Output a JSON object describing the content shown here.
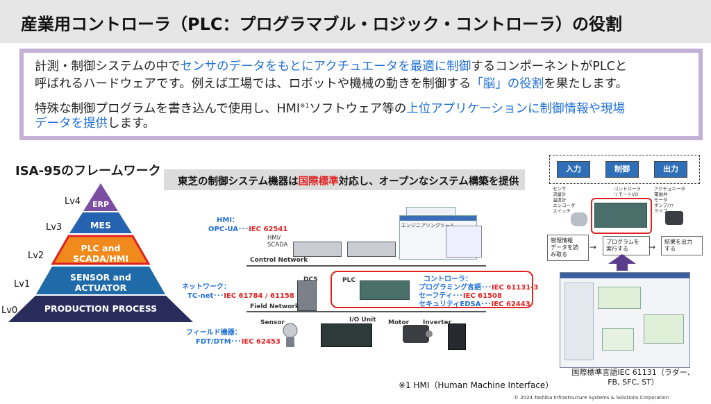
{
  "header": {
    "title": "産業用コントローラ（PLC：プログラマブル・ロジック・コントローラ）の役割"
  },
  "description": {
    "p1_a": "計測・制御システムの中で",
    "p1_b": "センサのデータをもとにアクチュエータを最適に制御",
    "p1_c": "するコンポーネントがPLCと",
    "p2_a": "呼ばれるハードウェアです。例えば工場では、ロボットや機械の動きを制御する",
    "p2_b": "「脳」の役割",
    "p2_c": "を果たします。",
    "p3_a": "特殊な制御プログラムを書き込んで使用し、HMI",
    "p3_note": "※1",
    "p3_b": "ソフトウェア等の",
    "p3_c": "上位アプリケーションに制御情報や現場",
    "p4_a": "データを提供",
    "p4_b": "します。"
  },
  "framework": {
    "title": "ISA-95のフレームワーク",
    "levels": [
      {
        "lv": "Lv4",
        "label": "ERP"
      },
      {
        "lv": "Lv3",
        "label": "MES"
      },
      {
        "lv": "Lv2",
        "label": "PLC and\nSCADA/HMI"
      },
      {
        "lv": "Lv1",
        "label": "SENSOR and\nACTUATOR"
      },
      {
        "lv": "Lv0",
        "label": "PRODUCTION PROCESS"
      }
    ],
    "colors": {
      "erp": "#7b4ea3",
      "mes": "#2563b0",
      "plc": "#f08a1c",
      "sensor": "#1f6aa8",
      "prod": "#2a2d5c",
      "highlight": "#e02020"
    }
  },
  "banner": {
    "a": "東芝の制御システム機器は",
    "b": "国際標準",
    "c": "対応し、オープンなシステム構築を提供"
  },
  "system": {
    "hmi_title": "HMI：",
    "hmi_std_a": "OPC-UA･･･",
    "hmi_std_b": "IEC 62541",
    "hmi_scada": "HMI/\nSCADA",
    "control_network": "Control Network",
    "dcs": "DCS",
    "plc": "PLC",
    "network_title": "ネットワーク：",
    "network_std_a": "TC-net･･･",
    "network_std_b": "IEC 61784 / 61158",
    "controller_title": "コントローラ：",
    "ctrl_line1_a": "プログラミング言語･･･",
    "ctrl_line1_b": "IEC 61131-3",
    "ctrl_line2_a": "セーフティ･･･",
    "ctrl_line2_b": "IEC 61508",
    "ctrl_line3_a": "セキュリティEDSA･･･",
    "ctrl_line3_b": "IEC 62443",
    "field_network": "Field Network",
    "field_title": "フィールド機器：",
    "field_std_a": "FDT/DTM･･･",
    "field_std_b": "IEC 62453",
    "sensor": "Sensor",
    "io_unit": "I/O Unit",
    "motor": "Motor",
    "inverter": "Inverter",
    "eng_tool": "エンジニアリングツール"
  },
  "io_diagram": {
    "in": "入力",
    "ctrl": "制御",
    "out": "出力",
    "sensors": "センサ\n流量計\n温度計\nエンコーダ\nスイッチ",
    "controller": "コントローラ\nリモートI/O",
    "actuators": "アクチュエータ\n電磁弁\nモータ\nポンプ/ﾌｧ\nライブ",
    "step1": "物理情報\nデータを読\nみ取る",
    "step2": "プログラムを\n実行する",
    "step3": "結果を出力\nする",
    "caption": "国際標準言語IEC 61131（ラダー、\nFB, SFC, ST）"
  },
  "footnote": "※1 HMI（Human Machine Interface）",
  "copyright": "© 2024 Toshiba Infrastructure Systems & Solutions Corporation"
}
